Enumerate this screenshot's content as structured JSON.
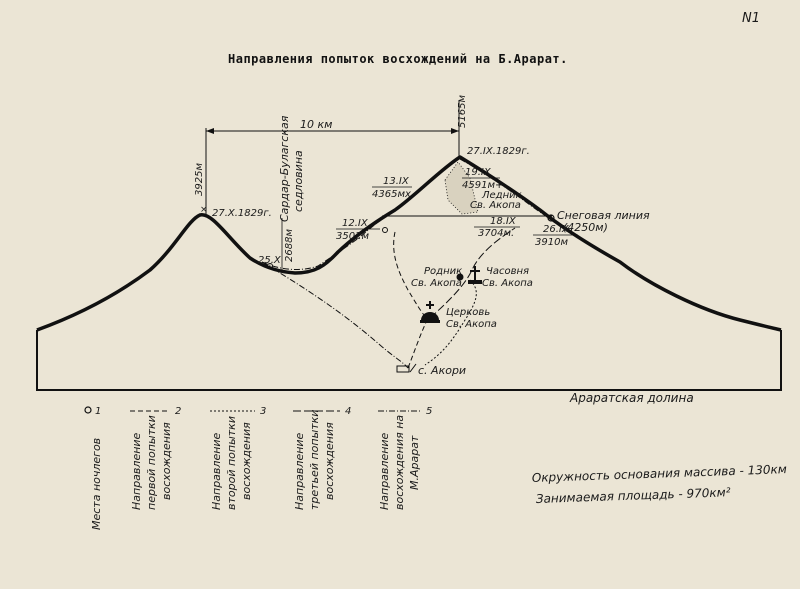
{
  "page_number": "N1",
  "title": "Направления попыток восхождений на Б.Арарат.",
  "dimension": {
    "distance": "10 км",
    "peak_height": "5165м"
  },
  "summit_date": "27.IX.1829г.",
  "left_peak": {
    "height": "3925м",
    "date": "27.X.1829г."
  },
  "saddle": {
    "line1": "Сардар-Булагская",
    "line2": "седловина",
    "height": "2688м",
    "date": "25.X"
  },
  "camps": [
    {
      "date": "13.IX",
      "height": "4365мх"
    },
    {
      "date": "19.IX",
      "height": "4591м+"
    },
    {
      "date": "12.IX",
      "height": "3502м"
    },
    {
      "date": "18.IX",
      "height": "3704м."
    },
    {
      "date": "26.IX",
      "height": "3910м"
    }
  ],
  "glacier": {
    "line1": "Ледник",
    "line2": "Св. Акопа"
  },
  "snow_line": {
    "line1": "Снеговая линия",
    "line2": "(4250м)"
  },
  "spring": {
    "line1": "Родник",
    "line2": "Св. Акопа"
  },
  "chapel": {
    "line1": "Часовня",
    "line2": "Св. Акопа"
  },
  "church": {
    "line1": "Церковь",
    "line2": "Св. Акопа"
  },
  "village": "с. Акори",
  "valley": "Араратская долина",
  "legend": [
    {
      "num": "1",
      "text1": "Места ночлегов",
      "text2": "",
      "text3": ""
    },
    {
      "num": "2",
      "text1": "Направление",
      "text2": "первой попытки",
      "text3": "восхождения"
    },
    {
      "num": "3",
      "text1": "Направление",
      "text2": "второй попытки",
      "text3": "восхождения"
    },
    {
      "num": "4",
      "text1": "Направление",
      "text2": "третьей попытки",
      "text3": "восхождения"
    },
    {
      "num": "5",
      "text1": "Направление",
      "text2": "восхождения на",
      "text3": "М.Арарат"
    }
  ],
  "notes": {
    "line1": "Окружность основания массива - 130км",
    "line2": "Занимаемая площадь - 970км²"
  }
}
